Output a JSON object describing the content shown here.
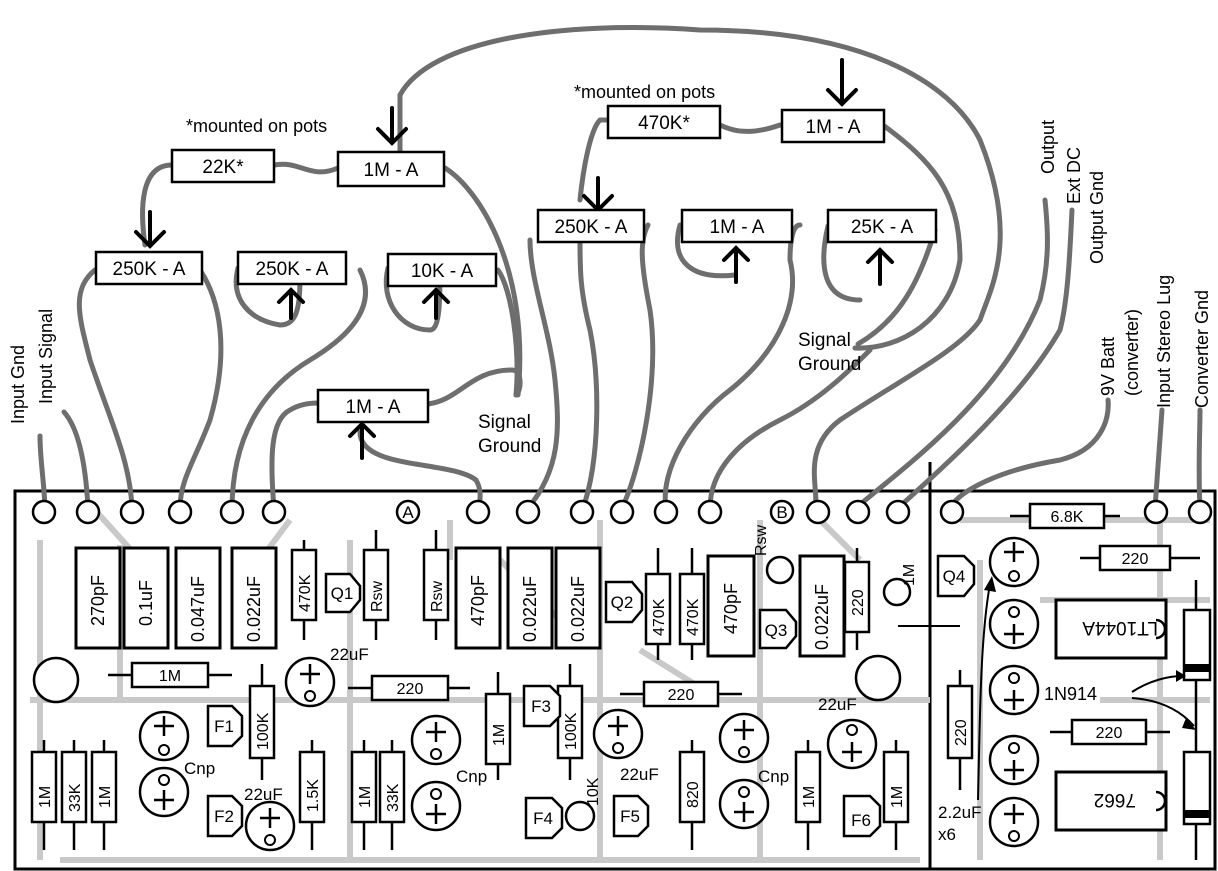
{
  "notes": {
    "mounted_left": "*mounted on pots",
    "mounted_right": "*mounted on pots"
  },
  "signal_ground": {
    "left_line1": "Signal",
    "left_line2": "Ground",
    "right_line1": "Signal",
    "right_line2": "Ground"
  },
  "offboard_resistors": {
    "left": "22K*",
    "right": "470K*"
  },
  "pots": {
    "p1": "1M - A",
    "p2": "250K - A",
    "p3": "250K - A",
    "p4": "10K - A",
    "p5": "1M - A",
    "p6": "1M - A",
    "p7": "250K - A",
    "p8": "1M  - A",
    "p9": "25K - A"
  },
  "wire_labels": {
    "input_gnd": "Input Gnd",
    "input_signal": "Input Signal",
    "output": "Output",
    "ext_dc": "Ext DC",
    "output_gnd": "Output Gnd",
    "batt": "9V Batt",
    "batt_sub": "(converter)",
    "input_stereo_lug": "Input Stereo Lug",
    "converter_gnd": "Converter Gnd"
  },
  "pads": {
    "a": "A",
    "b": "B"
  },
  "caps": {
    "c1": "270pF",
    "c2": "0.1uF",
    "c3": "0.047uF",
    "c4": "0.022uF",
    "c5": "470pF",
    "c6": "0.022uF",
    "c7": "0.022uF",
    "c8": "470pF",
    "c9": "0.022uF"
  },
  "resistors": {
    "r_470k_1": "470K",
    "rsw_1": "Rsw",
    "rsw_2": "Rsw",
    "r_470k_2": "470K",
    "r_470k_3": "470K",
    "r_220_v": "220",
    "r_1m_v": "1M",
    "r_1m_h": "1M",
    "r_100k_1": "100K",
    "r_220_h1": "220",
    "r_1m_mid": "1M",
    "r_100k_2": "100K",
    "r_220_h2": "220",
    "r_1m_b1": "1M",
    "r_33k_b1": "33K",
    "r_1m_b2": "1M",
    "r_1_5k": "1.5K",
    "r_1m_b3": "1M",
    "r_33k_b2": "33K",
    "r_10k": "10K",
    "r_820": "820",
    "r_1m_b4": "1M",
    "r_1m_b5": "1M",
    "rsw_b": "Rsw",
    "r_6_8k": "6.8K",
    "r_220_c1": "220",
    "r_220_c2": "220",
    "r_220_c3": "220"
  },
  "transistors": {
    "q1": "Q1",
    "q2": "Q2",
    "q3": "Q3",
    "q4": "Q4"
  },
  "fets": {
    "f1": "F1",
    "f2": "F2",
    "f3": "F3",
    "f4": "F4",
    "f5": "F5",
    "f6": "F6"
  },
  "electrolytics": {
    "e1": "22uF",
    "e2": "22uF",
    "e3": "22uF",
    "e4": "22uF",
    "cnp1": "Cnp",
    "cnp2": "Cnp",
    "cnp3": "Cnp"
  },
  "converter": {
    "ic1": "LT1044A",
    "ic2": "7662",
    "diode": "1N914",
    "caps": "2.2uF",
    "count": "x6"
  }
}
